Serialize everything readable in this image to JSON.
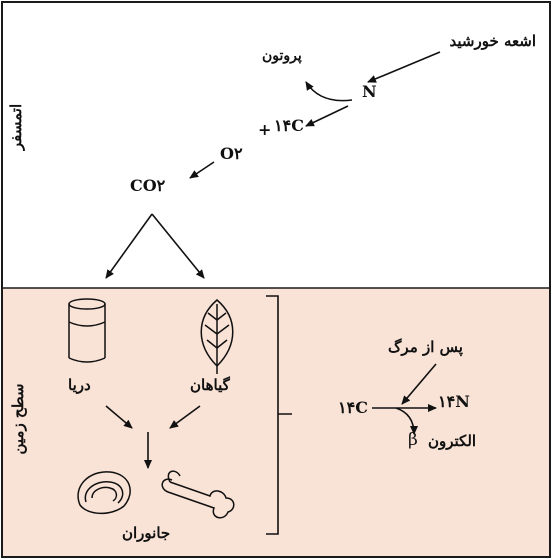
{
  "atmosphere": {
    "side_label": "اتمسفر",
    "sunlight_label": "اشعه خورشید",
    "proton_label": "پروتون",
    "nitrogen": "N",
    "carbon14": "۱۴C",
    "plus": "+",
    "oxygen": "O۲",
    "co2": "CO۲"
  },
  "earth": {
    "side_label": "سطح زمین",
    "plants_label": "گیاهان",
    "sea_label": "دریا",
    "animals_label": "جانوران"
  },
  "decay": {
    "after_death_label": "پس از مرگ",
    "carbon14": "۱۴C",
    "nitrogen14": "۱۴N",
    "electron_label": "الکترون",
    "beta_symbol": "β"
  },
  "colors": {
    "earth_fill": "#f9e2d6",
    "border": "#1a1a1a"
  }
}
